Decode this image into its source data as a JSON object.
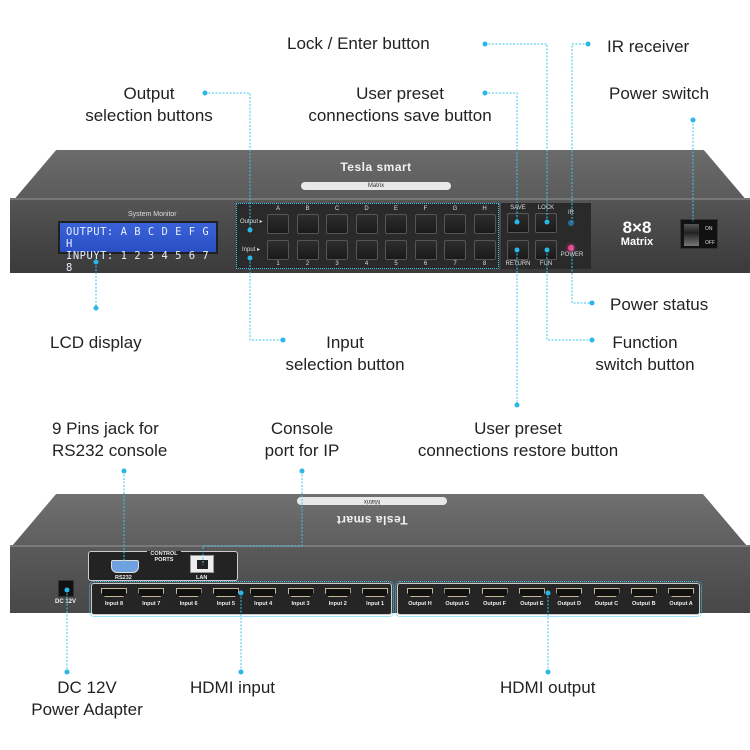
{
  "front_panel": {
    "brand": "Tesla smart",
    "brand_sub": "Matrix",
    "system_monitor_label": "System Monitor",
    "lcd": {
      "line1": "OUTPUT: A B C D E F G H",
      "line2": "INPUYT: 1 2 3 4 5 6 7 8"
    },
    "output_row_label": "Output ▸",
    "input_row_label": "Input ▸",
    "output_keys": [
      "A",
      "B",
      "C",
      "D",
      "E",
      "F",
      "G",
      "H"
    ],
    "input_keys": [
      "1",
      "2",
      "3",
      "4",
      "5",
      "6",
      "7",
      "8"
    ],
    "control_buttons": {
      "save": "SAVE",
      "lock": "LOCK",
      "return": "RETURN",
      "fun": "FUN",
      "ir": "IR",
      "power": "POWER"
    },
    "matrix_badge": {
      "size": "8×8",
      "word": "Matrix"
    },
    "power_switch": {
      "on": "ON",
      "off": "OFF"
    },
    "colors": {
      "lcd_bg": "#2f57cc",
      "power_led": "#ff3a8c",
      "ir_led": "#2a6d9a",
      "accent": "#29b6e8"
    }
  },
  "rear_panel": {
    "brand": "Tesla smart",
    "brand_sub": "Matrix",
    "control_ports_label": "CONTROL PORTS",
    "rs232_label": "RS232",
    "lan_label": "LAN",
    "dc_label": "DC 12V",
    "hdmi_inputs": [
      "Input 8",
      "Input 7",
      "Input 6",
      "Input 5",
      "Input 4",
      "Input 3",
      "Input 2",
      "Input 1"
    ],
    "hdmi_outputs": [
      "Output H",
      "Output G",
      "Output F",
      "Output E",
      "Output D",
      "Output C",
      "Output B",
      "Output A"
    ]
  },
  "callouts": {
    "lock_enter": "Lock / Enter button",
    "ir_receiver": "IR receiver",
    "output_selection": [
      "Output",
      "selection buttons"
    ],
    "user_preset_save": [
      "User preset",
      "connections save button"
    ],
    "power_switch": "Power switch",
    "lcd_display": "LCD display",
    "input_selection": [
      "Input",
      "selection button"
    ],
    "power_status": "Power status",
    "function_switch": [
      "Function",
      "switch button"
    ],
    "rs232_jack": [
      "9 Pins jack for",
      "RS232 console"
    ],
    "console_ip": [
      "Console",
      "port for IP"
    ],
    "user_preset_restore": [
      "User preset",
      "connections restore button"
    ],
    "dc_adapter": [
      "DC 12V",
      "Power Adapter"
    ],
    "hdmi_input": "HDMI input",
    "hdmi_output": "HDMI output"
  }
}
